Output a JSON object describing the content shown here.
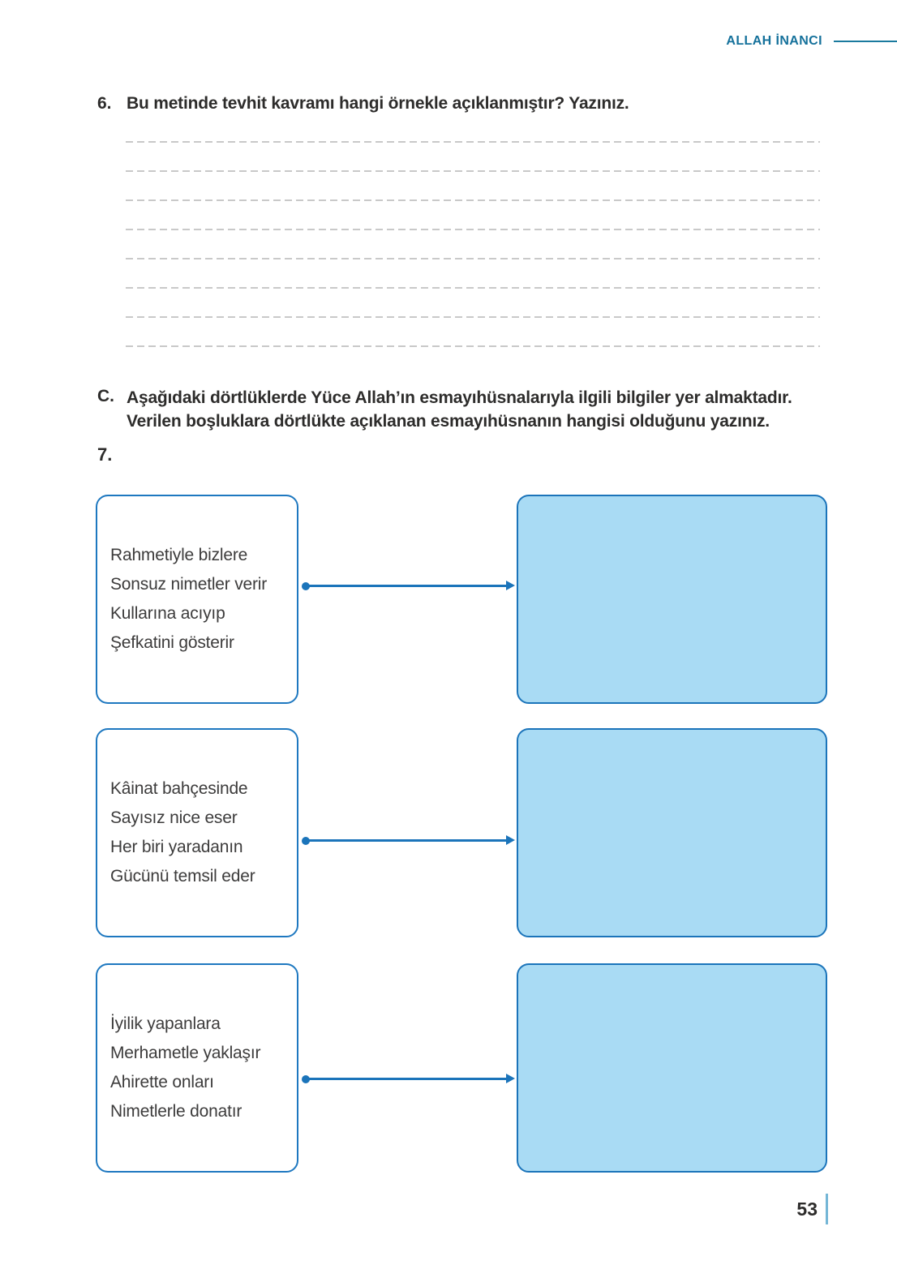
{
  "header": {
    "title": "ALLAH İNANCI"
  },
  "question6": {
    "number": "6.",
    "prompt": "Bu metinde tevhit kavramı hangi örnekle açıklanmıştır? Yazınız.",
    "answer_line_count": 8
  },
  "sectionC": {
    "label": "C.",
    "line1": "Aşağıdaki dörtlüklerde Yüce Allah’ın esmayıhüsnalarıyla ilgili bilgiler yer almaktadır.",
    "line2": "Verilen boşluklara dörtlükte açıklanan esmayıhüsnanın hangisi olduğunu yazınız."
  },
  "question7": {
    "number": "7.",
    "items": [
      {
        "lines": [
          "Rahmetiyle bizlere",
          "Sonsuz nimetler verir",
          "Kullarına acıyıp",
          "Şefkatini gösterir"
        ]
      },
      {
        "lines": [
          "Kâinat bahçesinde",
          "Sayısız nice eser",
          "Her biri yaradanın",
          "Gücünü temsil eder"
        ]
      },
      {
        "lines": [
          "İyilik yapanlara",
          "Merhametle yaklaşır",
          "Ahirette onları",
          "Nimetlerle donatır"
        ]
      }
    ]
  },
  "footer": {
    "page_number": "53"
  },
  "colors": {
    "accent_blue": "#1b74ba",
    "box_border_blue": "#1e78c0",
    "answer_box_fill": "#a9dbf4",
    "header_teal": "#15719b",
    "heading_text": "#2d2c2b",
    "body_text": "#3d3c3c",
    "dash_gray": "#c9c9c9",
    "page_bar_blue": "#74b6d6"
  }
}
